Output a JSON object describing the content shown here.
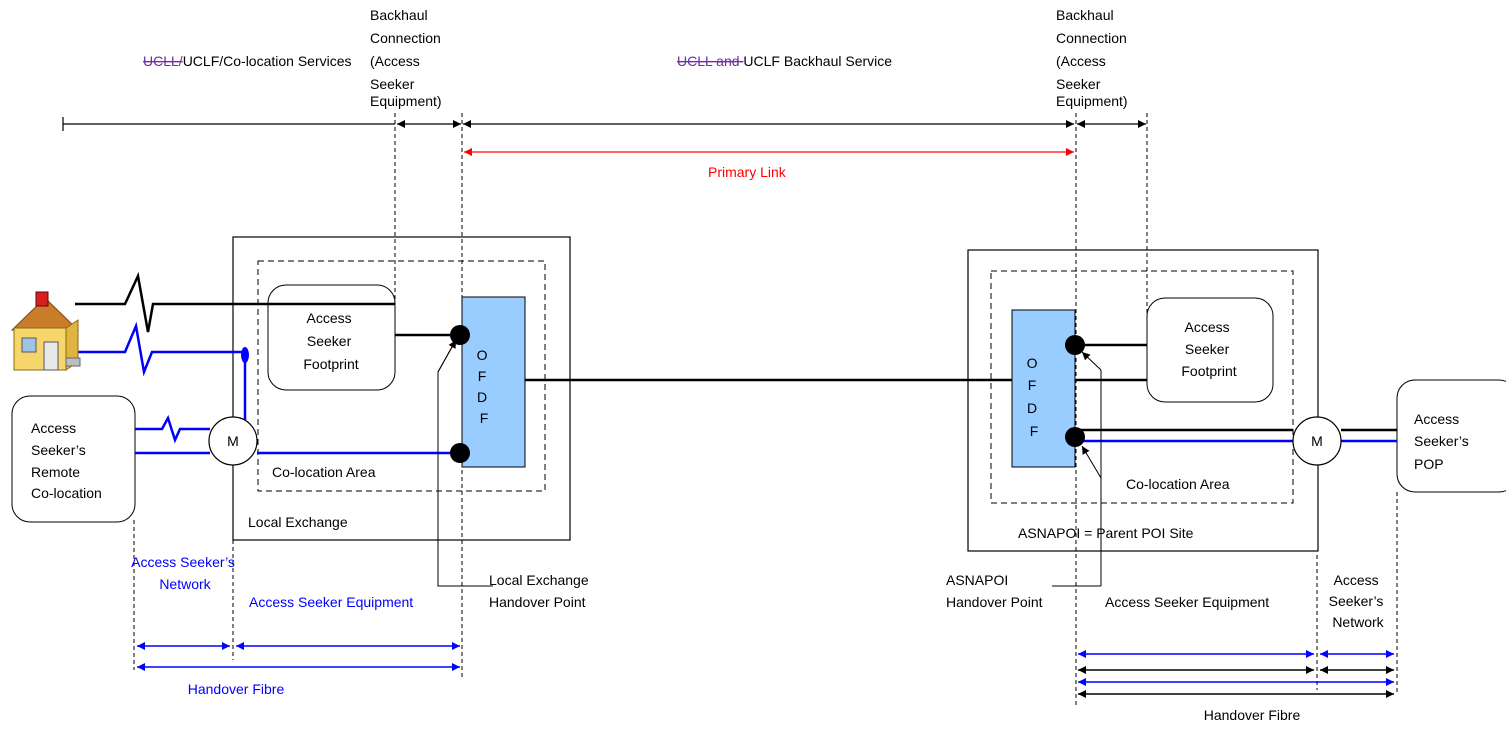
{
  "colors": {
    "black": "#000000",
    "blue": "#0000ff",
    "red": "#ff0000",
    "ofdf_fill": "#99ccff",
    "strike": "#7030a0"
  },
  "top": {
    "left_service_struck": "UCLL/",
    "left_service_rest": "UCLF/Co-location Services",
    "backhaul_left_lines": [
      "Backhaul",
      "Connection",
      "(Access",
      "Seeker",
      "Equipment)"
    ],
    "backhaul_service_struck": "UCLL and ",
    "backhaul_service_rest": "UCLF Backhaul Service",
    "backhaul_right_lines": [
      "Backhaul",
      "Connection",
      "(Access",
      "Seeker",
      "Equipment)"
    ],
    "primary_link": "Primary Link"
  },
  "left": {
    "footprint_lines": [
      "Access",
      "Seeker",
      "Footprint"
    ],
    "ofdf_letters": [
      "O",
      "F",
      "D",
      "F"
    ],
    "mux": "M",
    "colocation_area": "Co-location Area",
    "exchange": "Local Exchange",
    "remote_lines": [
      "Access",
      "Seeker’s",
      "Remote",
      "Co-location"
    ],
    "network_lines": [
      "Access Seeker’s",
      "Network"
    ],
    "equipment": "Access Seeker Equipment",
    "handover_point_lines": [
      "Local Exchange",
      "Handover Point"
    ],
    "handover_fibre": "Handover Fibre"
  },
  "right": {
    "ofdf_letters": [
      "O",
      "F",
      "D",
      "F"
    ],
    "footprint_lines": [
      "Access",
      "Seeker",
      "Footprint"
    ],
    "mux": "M",
    "colocation_area": "Co-location Area",
    "site": "ASNAPOI = Parent POI Site",
    "pop_lines": [
      "Access",
      "Seeker’s",
      "POP"
    ],
    "handover_point_lines": [
      "ASNAPOI",
      "Handover Point"
    ],
    "equipment": "Access Seeker Equipment",
    "network_lines": [
      "Access",
      "Seeker’s",
      "Network"
    ],
    "handover_fibre": "Handover Fibre"
  }
}
